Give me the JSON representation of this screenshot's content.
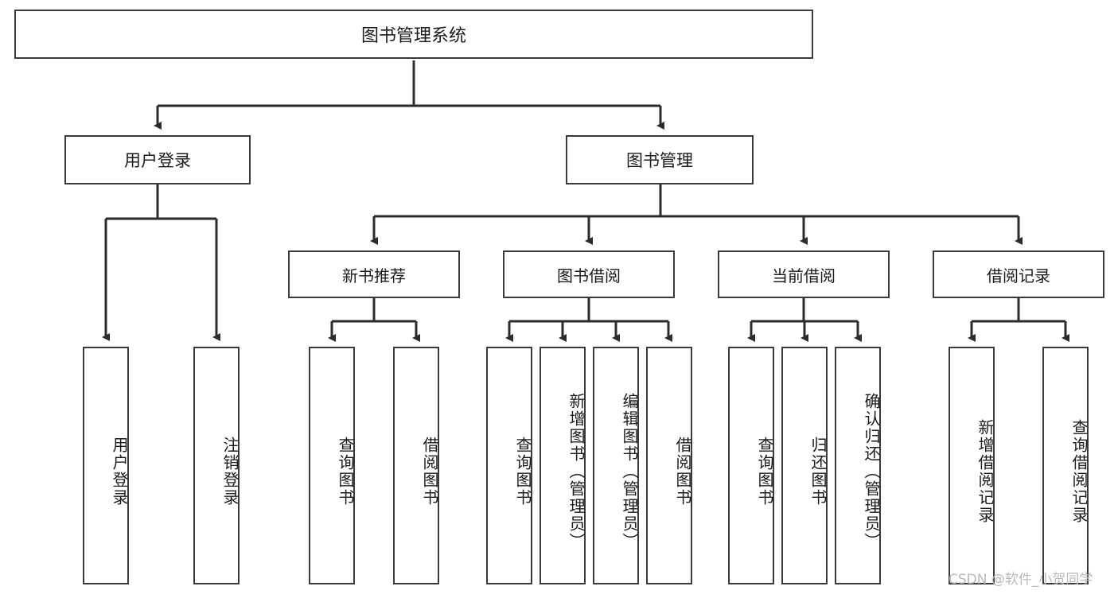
{
  "diagram": {
    "title": "图书管理系统",
    "type": "tree-hierarchy",
    "orientation": "top-down",
    "watermark": "CSDN @软件_小贺同学",
    "style": {
      "box_fill": "#ffffff",
      "box_stroke": "#3a3a3a",
      "edge_stroke": "#2b2b2b",
      "text_color": "#1b1b1b",
      "background": "#ffffff",
      "watermark_color": "#b9b9b9"
    },
    "nodes": {
      "root": {
        "label": "图书管理系统",
        "level": 0
      },
      "l2": [
        {
          "id": "user_login",
          "label": "用户登录",
          "level": 1
        },
        {
          "id": "book_manage",
          "label": "图书管理",
          "level": 1
        }
      ],
      "l3": [
        {
          "id": "new_book_rec",
          "label": "新书推荐",
          "level": 2,
          "parent": "book_manage"
        },
        {
          "id": "book_borrow",
          "label": "图书借阅",
          "level": 2,
          "parent": "book_manage"
        },
        {
          "id": "current_borrow",
          "label": "当前借阅",
          "level": 2,
          "parent": "book_manage"
        },
        {
          "id": "borrow_record",
          "label": "借阅记录",
          "level": 2,
          "parent": "book_manage"
        }
      ],
      "leaves": [
        {
          "id": "leaf_user_login",
          "label": "用户登录",
          "parent": "user_login"
        },
        {
          "id": "leaf_user_logout",
          "label": "注销登录",
          "parent": "user_login"
        },
        {
          "id": "leaf_query_book_1",
          "label": "查询图书",
          "parent": "new_book_rec"
        },
        {
          "id": "leaf_borrow_book_1",
          "label": "借阅图书",
          "parent": "new_book_rec"
        },
        {
          "id": "leaf_query_book_2",
          "label": "查询图书",
          "parent": "book_borrow"
        },
        {
          "id": "leaf_add_book",
          "label": "新增图书（管理员）",
          "parent": "book_borrow"
        },
        {
          "id": "leaf_edit_book",
          "label": "编辑图书（管理员）",
          "parent": "book_borrow"
        },
        {
          "id": "leaf_borrow_book_2",
          "label": "借阅图书",
          "parent": "book_borrow"
        },
        {
          "id": "leaf_query_book_3",
          "label": "查询图书",
          "parent": "current_borrow"
        },
        {
          "id": "leaf_return_book",
          "label": "归还图书",
          "parent": "current_borrow"
        },
        {
          "id": "leaf_confirm_return",
          "label": "确认归还（管理员）",
          "parent": "current_borrow"
        },
        {
          "id": "leaf_add_record",
          "label": "新增借阅记录",
          "parent": "borrow_record"
        },
        {
          "id": "leaf_query_record",
          "label": "查询借阅记录",
          "parent": "borrow_record"
        }
      ]
    }
  }
}
